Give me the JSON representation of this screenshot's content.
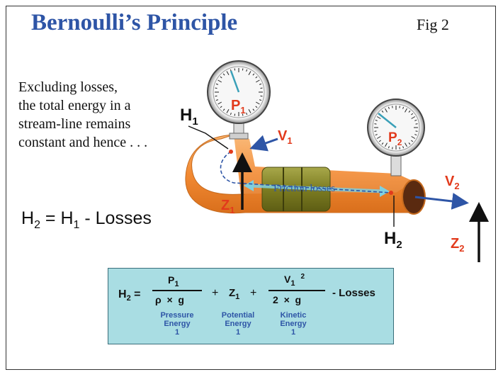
{
  "header": {
    "title": "Bernoulli’s Principle",
    "figure": "Fig 2"
  },
  "intro": {
    "lines": [
      "Excluding losses,",
      "the total energy in a",
      "stream-line remains",
      "constant and hence . . ."
    ]
  },
  "main_equation": {
    "lhs": "H",
    "lhs_sub": "2",
    "eq": " = ",
    "rhs": "H",
    "rhs_sub": "1",
    "tail": " - Losses"
  },
  "diagram": {
    "gauge1": {
      "label": "P",
      "sub": "1"
    },
    "gauge2": {
      "label": "P",
      "sub": "2"
    },
    "h1": {
      "label": "H",
      "sub": "1"
    },
    "h2": {
      "label": "H",
      "sub": "2"
    },
    "v1": {
      "label": "V",
      "sub": "1"
    },
    "v2": {
      "label": "V",
      "sub": "2"
    },
    "z1": {
      "label": "Z",
      "sub": "1"
    },
    "z2": {
      "label": "Z",
      "sub": "2"
    },
    "friction": "Friction losses",
    "colors": {
      "pipe": "#f5923e",
      "band": "#8a8a2a",
      "accent_red": "#e23a1c",
      "blue": "#2e55a6"
    }
  },
  "formula": {
    "lhs": "H",
    "lhs_sub": "2",
    "eq": "=",
    "p_num": "P",
    "p_sub": "1",
    "p_den": "ρ  ×  g",
    "plus1": "+",
    "z": "Z",
    "z_sub": "1",
    "plus2": "+",
    "k_num": "V",
    "k_sub": "1",
    "k_sup": "2",
    "k_den": "2  ×  g",
    "losses": "- Losses",
    "terms": [
      {
        "line1": "Pressure",
        "line2": "Energy",
        "line3": "1"
      },
      {
        "line1": "Potential",
        "line2": "Energy",
        "line3": "1"
      },
      {
        "line1": "Kinetic",
        "line2": "Energy",
        "line3": "1"
      }
    ]
  }
}
